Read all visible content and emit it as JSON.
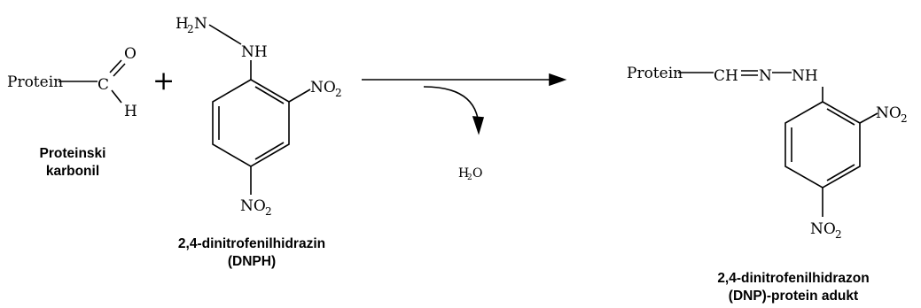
{
  "reactant": {
    "protein": "Protein",
    "carbon": "C",
    "oxygen": "O",
    "hydrogen": "H",
    "plus": "+",
    "name_line1": "Proteinski",
    "name_line2": "karbonil"
  },
  "dnph": {
    "amine_h": "H",
    "amine_sub": "2",
    "amine_n": "N",
    "nh": "NH",
    "no2_a_pre": "NO",
    "no2_a_sub": "2",
    "no2_b_pre": "NO",
    "no2_b_sub": "2",
    "name_line1": "2,4-dinitrofenilhidrazin",
    "name_line2": "(DNPH)"
  },
  "byproduct": {
    "h": "H",
    "sub": "2",
    "o": "O"
  },
  "product": {
    "protein": "Protein",
    "ch": "CH",
    "n": "N",
    "nh": "NH",
    "no2_a_pre": "NO",
    "no2_a_sub": "2",
    "no2_b_pre": "NO",
    "no2_b_sub": "2",
    "name_line1": "2,4-dinitrofenilhidrazon",
    "name_line2": "(DNP)-protein adukt"
  }
}
